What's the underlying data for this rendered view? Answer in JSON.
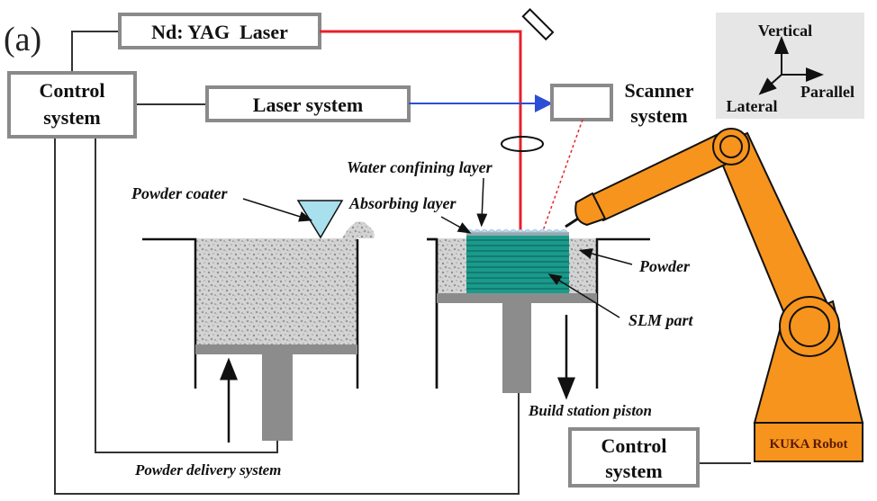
{
  "figure": {
    "panel_label": "(a)",
    "components": {
      "nd_yag_laser": "Nd: YAG  Laser",
      "control_system_main": [
        "Control",
        "system"
      ],
      "laser_system": "Laser system",
      "scanner_system": [
        "Scanner",
        "system"
      ],
      "control_system_robot": [
        "Control",
        "system"
      ],
      "kuka_robot": "KUKA Robot"
    },
    "axes_legend": {
      "vertical": "Vertical",
      "parallel": "Parallel",
      "lateral": "Lateral"
    },
    "annotations": {
      "water_confining_layer": "Water confining layer",
      "absorbing_layer": "Absorbing layer",
      "powder_coater": "Powder coater",
      "powder": "Powder",
      "slm_part": "SLM part",
      "build_station_piston": "Build station piston",
      "powder_delivery_system": "Powder delivery system"
    },
    "colors": {
      "laser_beam": "#e8202a",
      "laser_system_beam": "#2a4fd6",
      "robot": "#f7941d",
      "slm_part": "#1a9a8a",
      "powder_coater": "#a8e0ee",
      "axes_panel": "#e6e6e6",
      "box_border": "#8a8a8a"
    }
  }
}
